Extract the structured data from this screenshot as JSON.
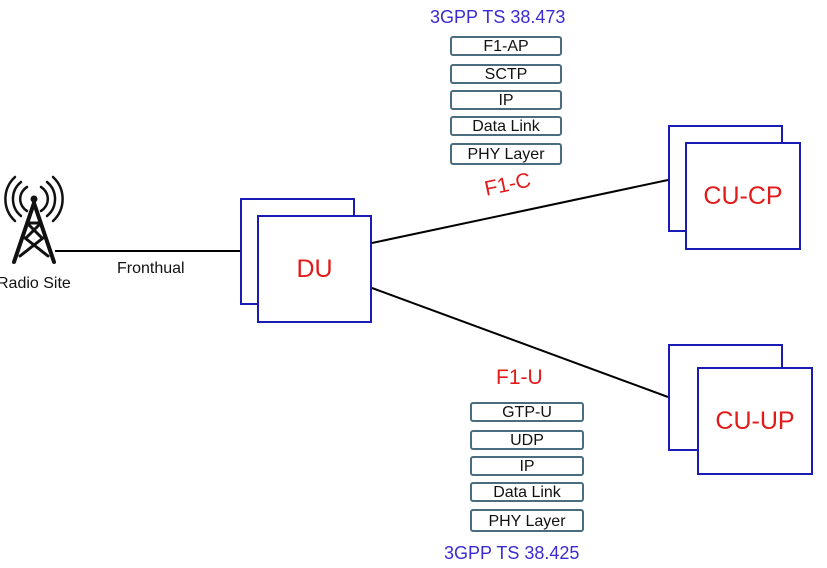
{
  "f1c": {
    "spec": "3GPP TS 38.473",
    "label": "F1-C",
    "stack": [
      "F1-AP",
      "SCTP",
      "IP",
      "Data Link",
      "PHY Layer"
    ]
  },
  "f1u": {
    "spec": "3GPP TS 38.425",
    "label": "F1-U",
    "stack": [
      "GTP-U",
      "UDP",
      "IP",
      "Data Link",
      "PHY Layer"
    ]
  },
  "nodes": {
    "du": "DU",
    "cucp": "CU-CP",
    "cuup": "CU-UP"
  },
  "radio_site": "Radio Site",
  "fronthaul": "Fronthual",
  "colors": {
    "spec_text": "#3a2bd0",
    "interface_text": "#e11a1a",
    "node_border": "#1a1ab4",
    "stack_border": "#4a6c80"
  }
}
